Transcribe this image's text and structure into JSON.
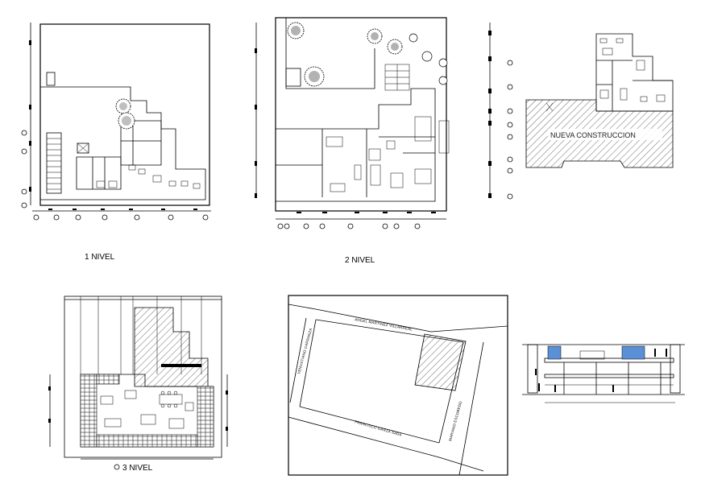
{
  "labels": {
    "level1": "1 NIVEL",
    "level2": "2 NIVEL",
    "level3": "3 NIVEL",
    "new_construction": "NUEVA CONSTRUCCION"
  },
  "streets": {
    "top": "ANGEL MARTINEZ VILLARREAL",
    "left": "VENUSTIANO CARRANZA",
    "bottom": "FRANCISCO GARZA SADA",
    "right": "MARIANO ESCOBEDO"
  },
  "colors": {
    "line": "#000000",
    "glass": "#5b8fd6",
    "background": "#ffffff"
  }
}
